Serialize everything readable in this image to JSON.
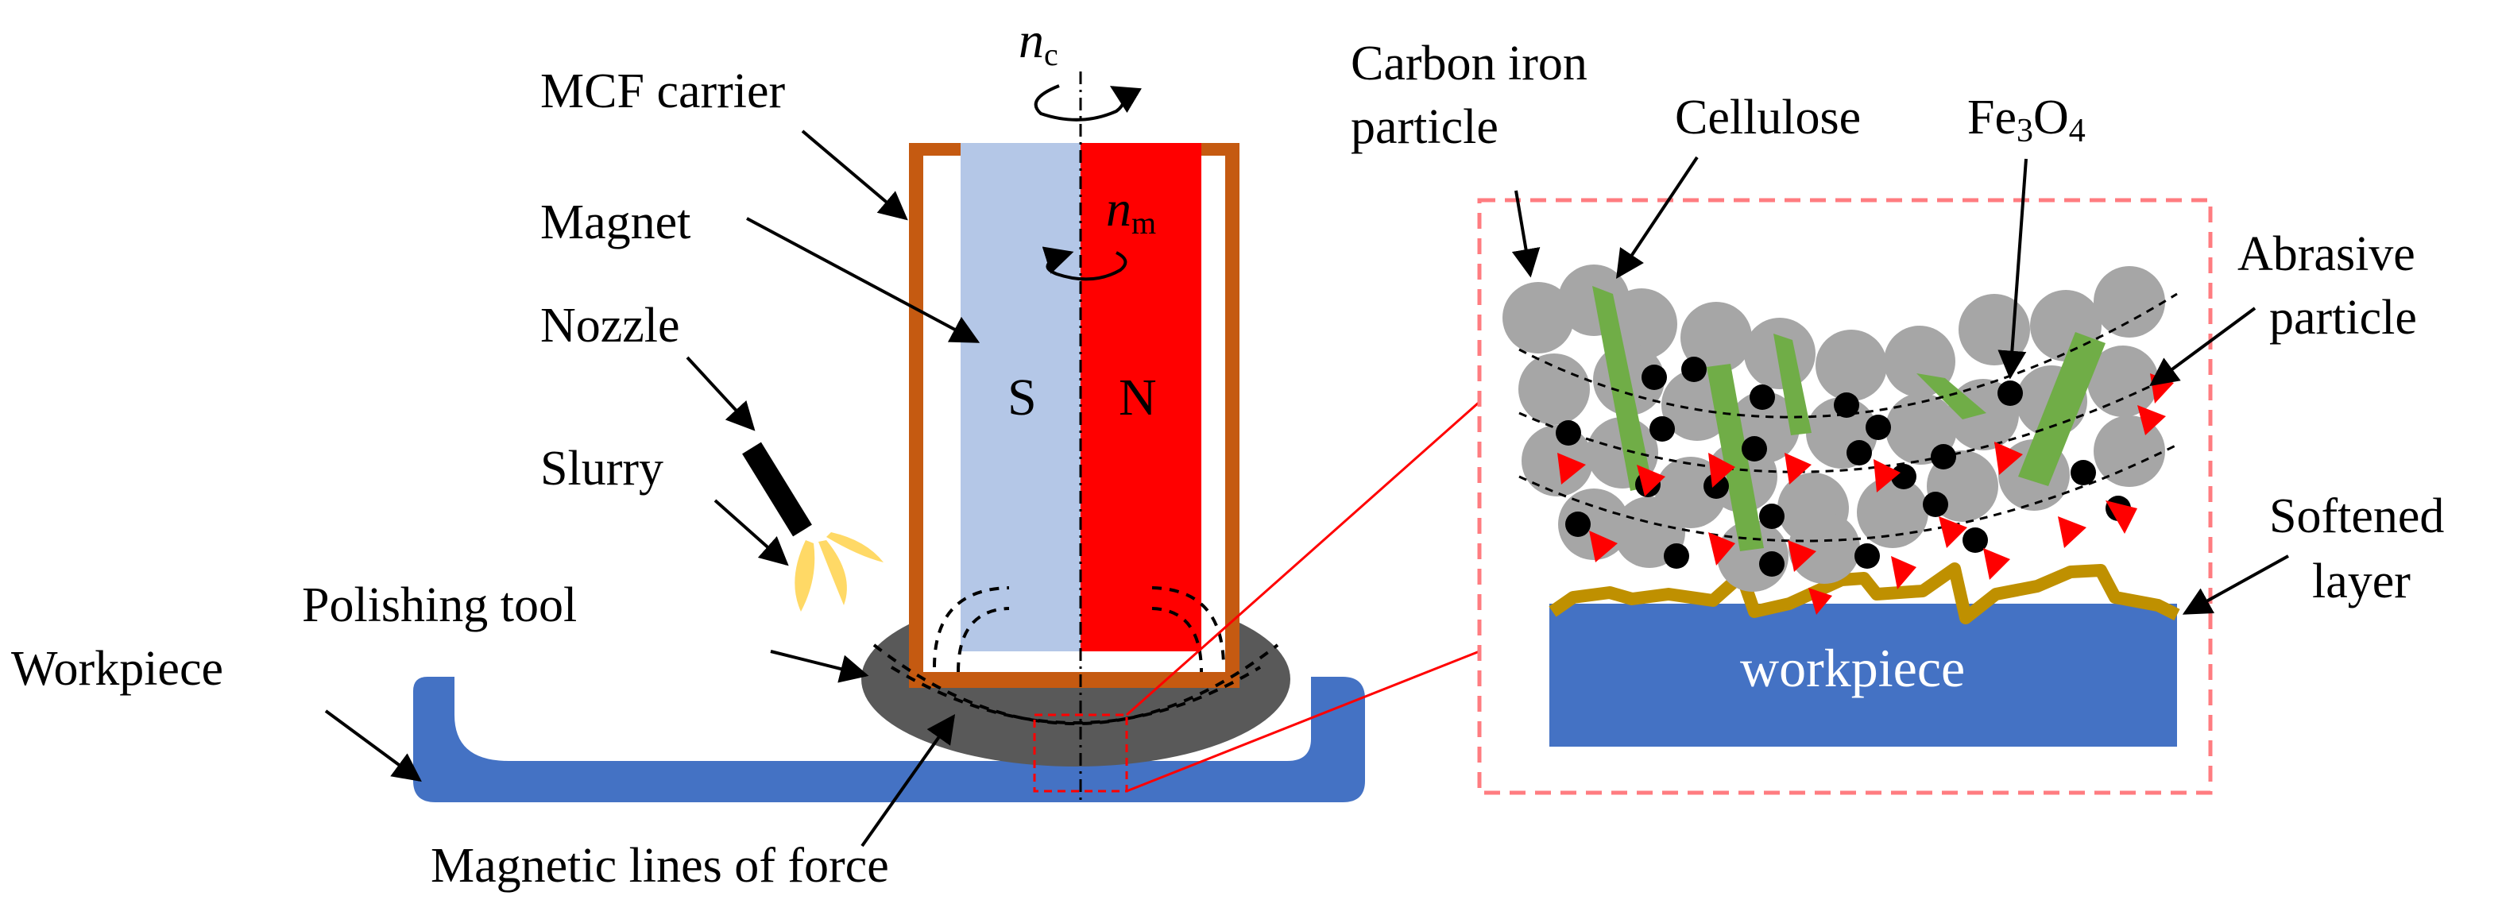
{
  "labels": {
    "mcf_carrier": "MCF carrier",
    "magnet": "Magnet",
    "nozzle": "Nozzle",
    "slurry": "Slurry",
    "polishing_tool": "Polishing tool",
    "workpiece": "Workpiece",
    "magnetic_lines": "Magnetic lines of force",
    "carbon_iron_line1": "Carbon iron",
    "carbon_iron_line2": "particle",
    "cellulose": "Cellulose",
    "fe3o4_base": "Fe",
    "fe3o4_sub1": "3",
    "fe3o4_mid": "O",
    "fe3o4_sub2": "4",
    "abrasive_line1": "Abrasive",
    "abrasive_line2": "particle",
    "softened_line1": "Softened",
    "softened_line2": "layer",
    "workpiece_inset": "workpiece"
  },
  "symbols": {
    "nc_base": "n",
    "nc_sub": "c",
    "nm_base": "n",
    "nm_sub": "m"
  },
  "poles": {
    "south": "S",
    "north": "N"
  },
  "colors": {
    "carrier": "#c55a11",
    "magnet_s": "#b4c7e7",
    "magnet_n": "#ff0000",
    "tool": "#595959",
    "workpiece": "#4472c4",
    "slurry": "#ffd966",
    "carbon_iron": "#a6a6a6",
    "cellulose": "#70ad47",
    "fe3o4": "#000000",
    "abrasive": "#ff0000",
    "softened": "#bf9000",
    "inset_border": "#ff7c80"
  }
}
